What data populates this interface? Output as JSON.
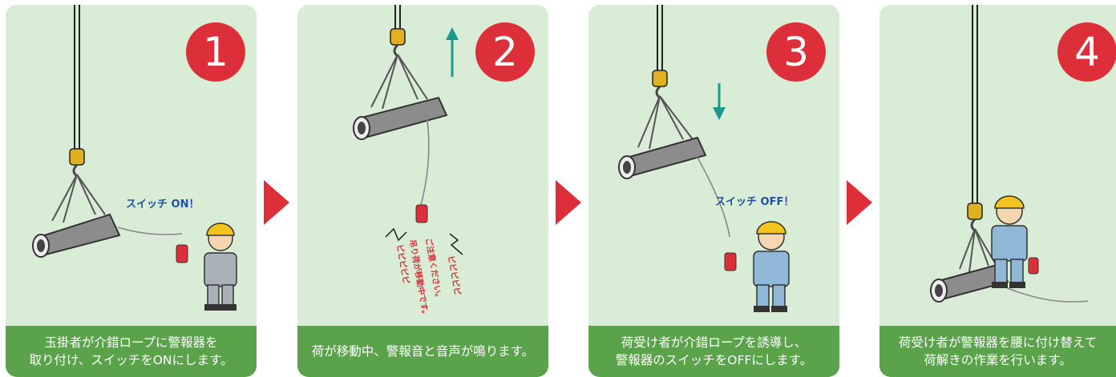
{
  "steps": [
    {
      "number": "1",
      "caption_line1": "玉掛者が介錯ロープに警報器を",
      "caption_line2": "取り付け、スイッチをONにします。",
      "callout": "スイッチ ON！"
    },
    {
      "number": "2",
      "caption_line1": "荷が移動中、警報音と音声が鳴ります。",
      "caption_line2": "",
      "shout1": "ピピピピピ",
      "shout2": "吊り荷が移動中です。",
      "shout3": "ご注意ください。",
      "shout4": "ピピピピピ"
    },
    {
      "number": "3",
      "caption_line1": "荷受け者が介錯ロープを誘導し、",
      "caption_line2": "警報器のスイッチをOFFにします。",
      "callout": "スイッチ OFF！"
    },
    {
      "number": "4",
      "caption_line1": "荷受け者が警報器を腰に付け替えて",
      "caption_line2": "荷解きの作業を行います。"
    }
  ],
  "colors": {
    "panel": "#d9ecd5",
    "caption": "#5aa34a",
    "accent": "#dd2f3a",
    "teal": "#1a9a8e",
    "callout": "#1f4fa8"
  }
}
